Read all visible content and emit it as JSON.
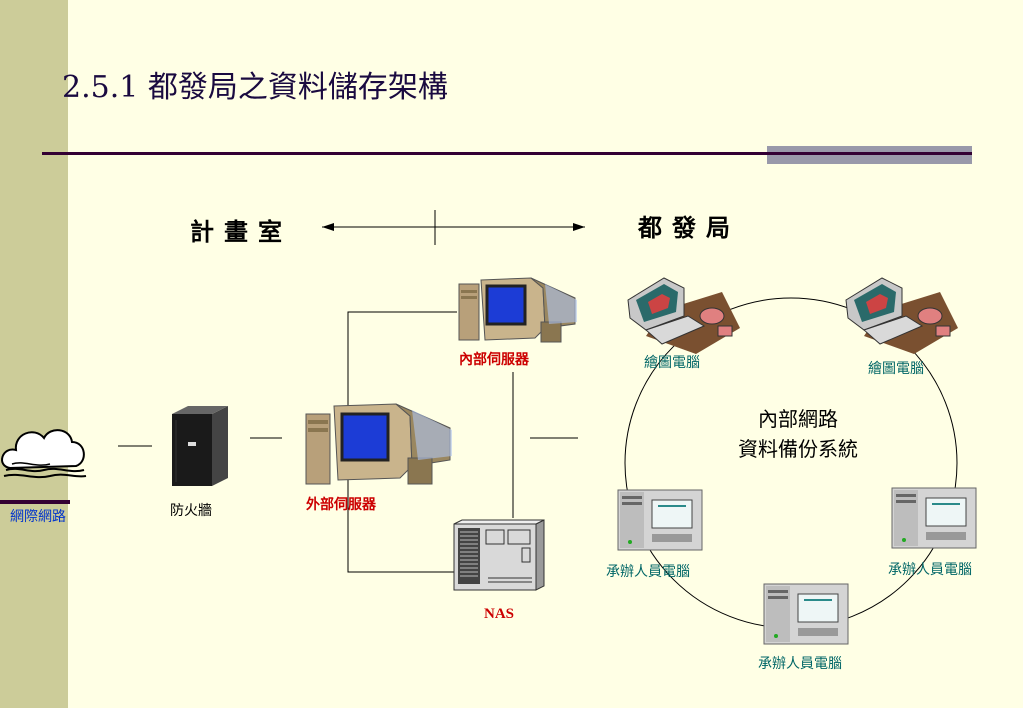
{
  "slide": {
    "title": "2.5.1 都發局之資料儲存架構",
    "left_section": "計畫室",
    "right_section": "都發局"
  },
  "nodes": {
    "internet": "網際網路",
    "firewall": "防火牆",
    "external_server": "外部伺服器",
    "internal_server": "內部伺服器",
    "nas": "NAS",
    "cad_pc_1": "繪圖電腦",
    "cad_pc_2": "繪圖電腦",
    "staff_pc_1": "承辦人員電腦",
    "staff_pc_2": "承辦人員電腦",
    "staff_pc_3": "承辦人員電腦"
  },
  "lan": {
    "line1": "內部網路",
    "line2": "資料備份系統"
  },
  "colors": {
    "background": "#ffffe5",
    "sidebar": "#cccc99",
    "server_label": "#cc0000",
    "pc_label": "#006666",
    "internet_label": "#0033cc"
  }
}
